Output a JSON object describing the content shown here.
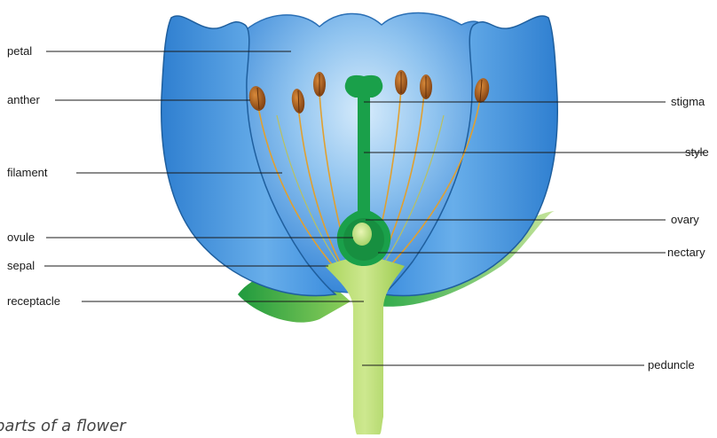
{
  "labels": {
    "petal": "petal",
    "anther": "anther",
    "filament": "filament",
    "ovule": "ovule",
    "sepal": "sepal",
    "receptacle": "receptacle",
    "stigma": "stigma",
    "style": "style",
    "ovary": "ovary",
    "nectary": "nectary",
    "peduncle": "peduncle"
  },
  "caption": "parts of a flower",
  "colors": {
    "petal_blue": "#3d8ede",
    "petal_light": "#c9e3f7",
    "petal_edge": "#2a6fb5",
    "pistil_green": "#1aa04a",
    "stem_green": "#b5db6a",
    "sepal_green": "#2eaa4a",
    "filament_orange": "#e0a030",
    "anther_brown": "#8a4a17"
  }
}
